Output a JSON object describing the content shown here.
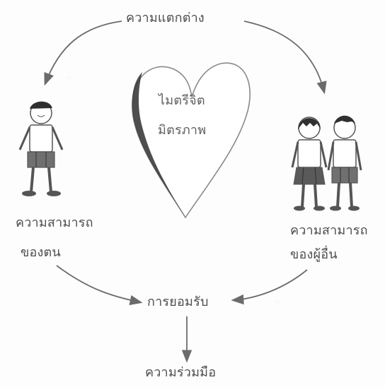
{
  "labels": {
    "top": "ความแตกต่าง",
    "heart_line1": "ไมตรีจิต",
    "heart_line2": "มิตรภาพ",
    "left_line1": "ความสามารถ",
    "left_line2": "ของตน",
    "right_line1": "ความสามารถ",
    "right_line2": "ของผู้อื่น",
    "middle": "การยอมรับ",
    "bottom": "ความร่วมมือ"
  },
  "colors": {
    "ink": "#4d4d4d",
    "line": "#6b6b6b",
    "heart_shadow": "#3b3b3b",
    "paper": "#fdfdfd"
  }
}
